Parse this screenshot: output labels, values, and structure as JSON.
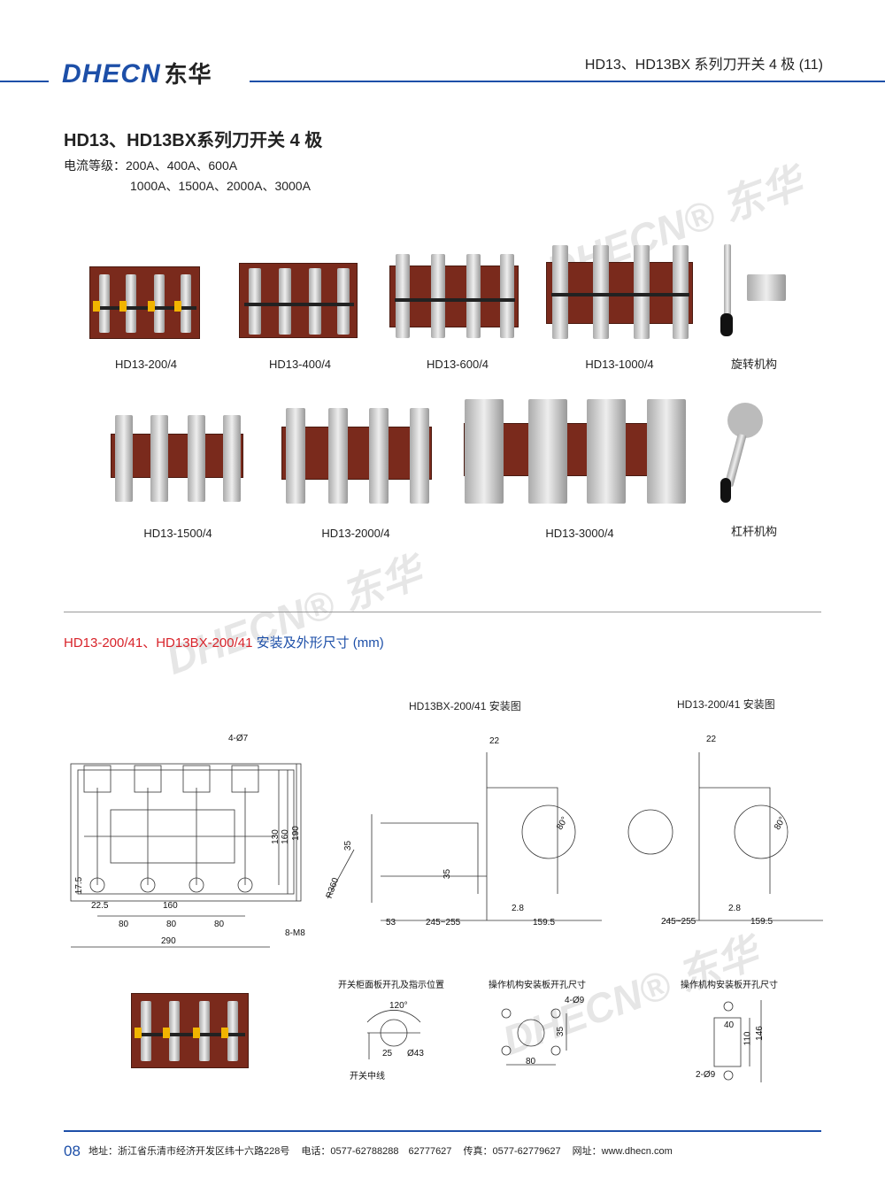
{
  "header": {
    "brand": "DHECN",
    "brand_cn": "东华",
    "page_title": "HD13、HD13BX 系列刀开关 4 极 (11)"
  },
  "main": {
    "title": "HD13、HD13BX系列刀开关 4 极",
    "rating_label": "电流等级：",
    "rating_line1": "200A、400A、600A",
    "rating_line2": "1000A、1500A、2000A、3000A"
  },
  "products": [
    {
      "label": "HD13-200/4"
    },
    {
      "label": "HD13-400/4"
    },
    {
      "label": "HD13-600/4"
    },
    {
      "label": "HD13-1000/4"
    },
    {
      "label": "旋转机构"
    },
    {
      "label": "HD13-1500/4"
    },
    {
      "label": "HD13-2000/4"
    },
    {
      "label": "HD13-3000/4"
    },
    {
      "label": "杠杆机构"
    }
  ],
  "section": {
    "title_red": "HD13-200/41、HD13BX-200/41",
    "title_blue": " 安装及外形尺寸 (mm)"
  },
  "drawings": {
    "bx_title": "HD13BX-200/41 安装图",
    "hd_title": "HD13-200/41 安装图",
    "front": [
      "4-Ø7",
      "130",
      "160",
      "190",
      "17.5",
      "22.5",
      "160",
      "80",
      "80",
      "80",
      "290",
      "8-M8"
    ],
    "bx": [
      "22",
      "35",
      "35",
      "R360",
      "80°",
      "2.8",
      "53",
      "245~255",
      "159.5"
    ],
    "hd": [
      "22",
      "80°",
      "2.8",
      "245~255",
      "159.5"
    ],
    "panel_title": "开关柜面板开孔及指示位置",
    "panel": [
      "120°",
      "25",
      "Ø43",
      "开关中线"
    ],
    "mech1_title": "操作机构安装板开孔尺寸",
    "mech1": [
      "4-Ø9",
      "35",
      "80"
    ],
    "mech2_title": "操作机构安装板开孔尺寸",
    "mech2": [
      "40",
      "110",
      "146",
      "2-Ø9"
    ]
  },
  "footer": {
    "page": "08",
    "address": "地址：浙江省乐清市经济开发区纬十六路228号",
    "phone": "电话：0577-62788288　62777627",
    "fax": "传真：0577-62779627",
    "web": "网址：www.dhecn.com"
  },
  "colors": {
    "brand_blue": "#1d4fa8",
    "brand_red": "#d8232a"
  }
}
